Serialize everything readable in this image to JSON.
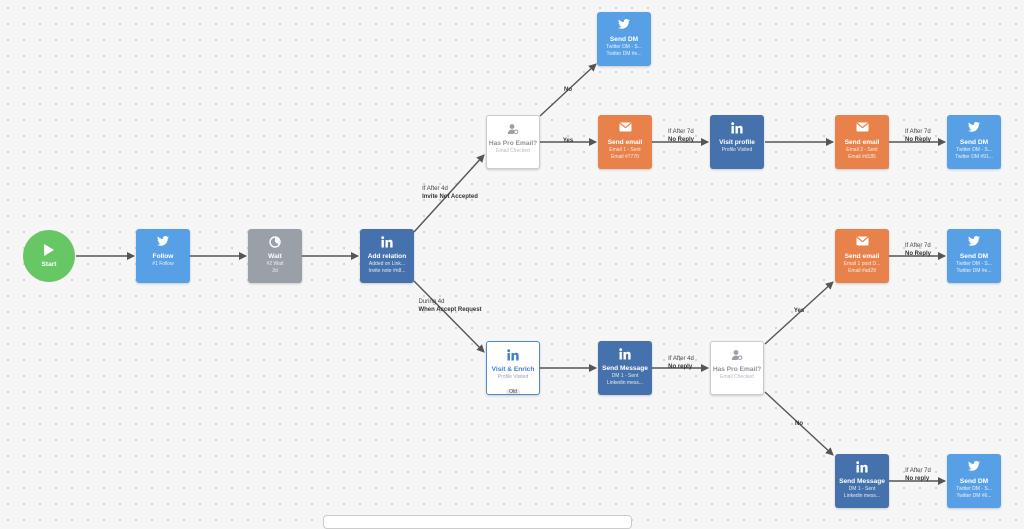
{
  "start": {
    "label": "Start"
  },
  "nodes": {
    "follow": {
      "title": "Follow",
      "line1": "#1 Follow"
    },
    "wait": {
      "title": "Wait",
      "line1": "#2 Wait",
      "line2": "2d"
    },
    "add_relation": {
      "title": "Add relation",
      "line1": "Added on Link...",
      "line2": "Invite note #n8..."
    },
    "has_pro_email_top": {
      "title": "Has Pro Email?",
      "line1": "Email Checked"
    },
    "send_dm_top": {
      "title": "Send DM",
      "line1": "Twitter DM - S...",
      "line2": "Twitter DM #e..."
    },
    "send_email_1": {
      "title": "Send email",
      "line1": "Email 1 - Sent",
      "line2": "Email #7770"
    },
    "visit_profile": {
      "title": "Visit profile",
      "line1": "Profile Visited"
    },
    "send_email_2": {
      "title": "Send email",
      "line1": "Email 2 - Sent",
      "line2": "Email #d185"
    },
    "send_dm_mid": {
      "title": "Send DM",
      "line1": "Twitter DM - S...",
      "line2": "Twitter DM #91..."
    },
    "visit_enrich": {
      "title": "Visit & Enrich",
      "line1": "Profile Visited",
      "chip": "Old"
    },
    "send_message_1": {
      "title": "Send Message",
      "line1": "DM 1 - Sent",
      "line2": "Linkedin mess..."
    },
    "has_pro_email_bottom": {
      "title": "Has Pro Email?",
      "line1": "Email Checked"
    },
    "send_email_3": {
      "title": "Send email",
      "line1": "Email 1 post D...",
      "line2": "Email #ad29"
    },
    "send_dm_lower": {
      "title": "Send DM",
      "line1": "Twitter DM - S...",
      "line2": "Twitter DM #e..."
    },
    "send_message_2": {
      "title": "Send Message",
      "line1": "DM 1 - Sent",
      "line2": "Linkedin mess..."
    },
    "send_dm_bottom": {
      "title": "Send DM",
      "line1": "Twitter DM - S...",
      "line2": "Twitter DM #6..."
    }
  },
  "edge_labels": {
    "invite_not_accepted": {
      "time": "If After 4d",
      "label": "Invite Not Accepted"
    },
    "when_accept_request": {
      "time": "During 4d",
      "label": "When Accept Request"
    },
    "no_top": {
      "label": "No"
    },
    "yes_top": {
      "label": "Yes"
    },
    "no_reply_1": {
      "time": "If After 7d",
      "label": "No Reply"
    },
    "no_reply_2": {
      "time": "If After 7d",
      "label": "No Reply"
    },
    "no_reply_3": {
      "time": "If After 4d",
      "label": "No reply"
    },
    "yes_bottom": {
      "label": "Yes"
    },
    "no_bottom": {
      "label": "No"
    },
    "no_reply_4": {
      "time": "If After 7d",
      "label": "No Reply"
    },
    "no_reply_5": {
      "time": "If After 7d",
      "label": "No reply"
    }
  },
  "colors": {
    "twitter": "#58a0e6",
    "linkedin": "#4572ad",
    "email": "#e8814a",
    "wait": "#9aa0a8",
    "start": "#68c765"
  }
}
